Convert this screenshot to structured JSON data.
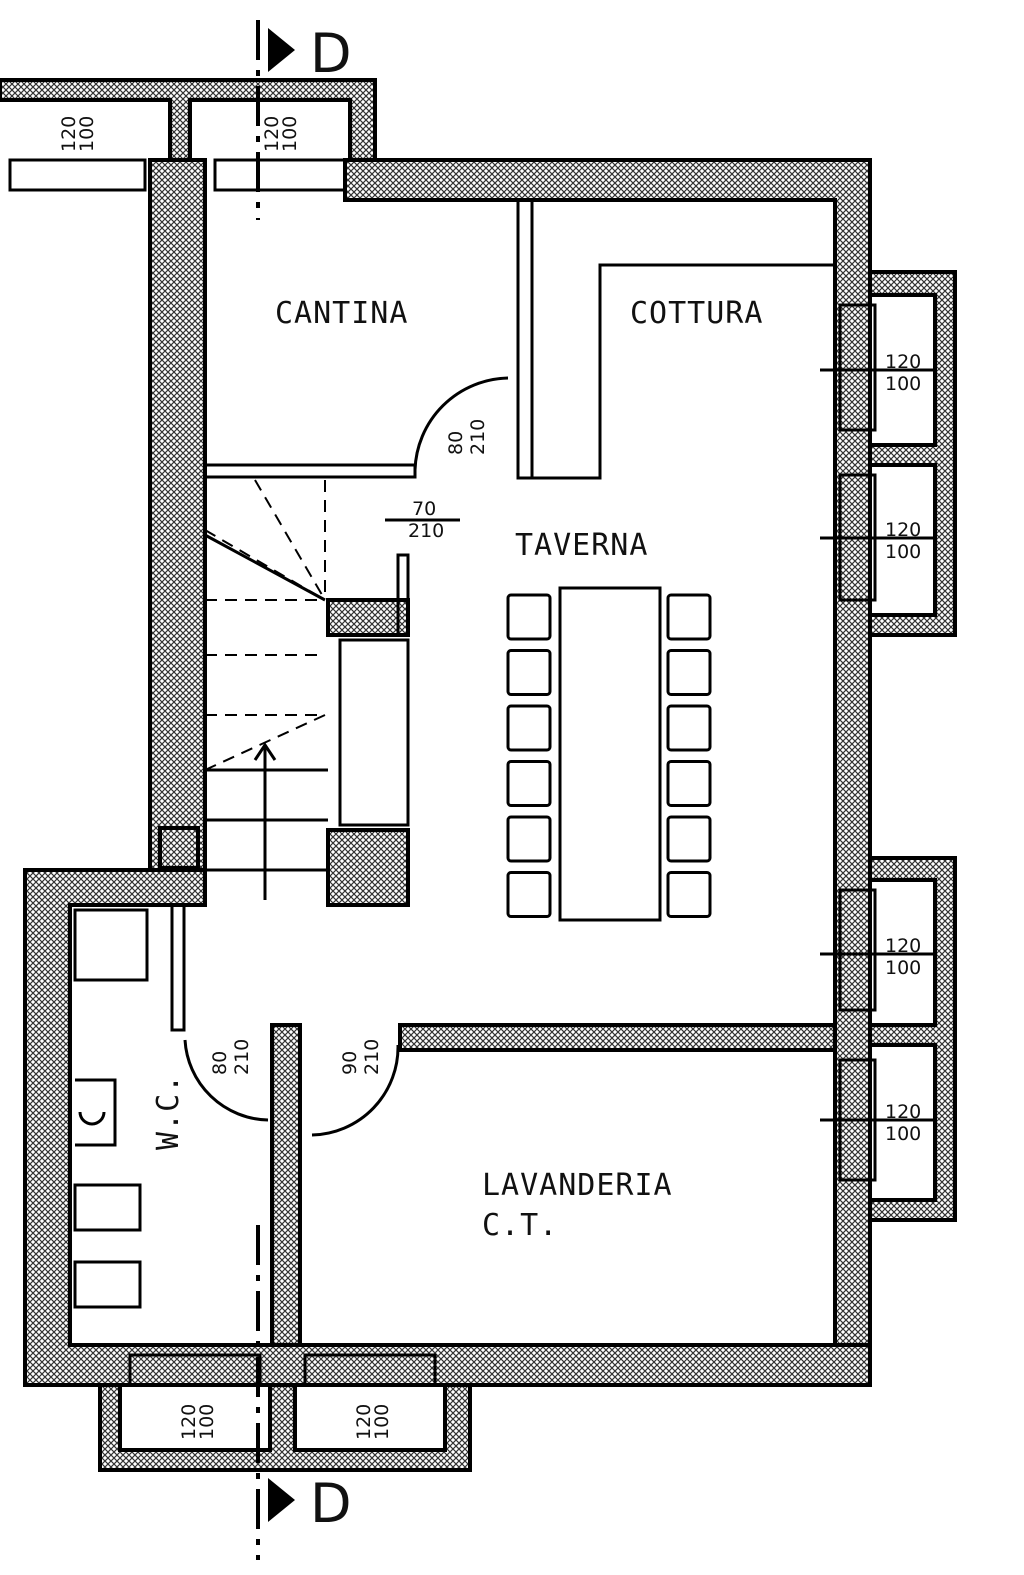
{
  "rooms": {
    "cantina": "CANTINA",
    "cottura": "COTTURA",
    "taverna": "TAVERNA",
    "wc": "W.C.",
    "lavanderia": "LAVANDERIA",
    "ct": "C.T."
  },
  "section_marker": "D",
  "windows": {
    "width": "120",
    "height": "100"
  },
  "doors": [
    {
      "width": "80",
      "height": "210"
    },
    {
      "width": "70",
      "height": "210"
    },
    {
      "width": "80",
      "height": "210"
    },
    {
      "width": "90",
      "height": "210"
    }
  ]
}
